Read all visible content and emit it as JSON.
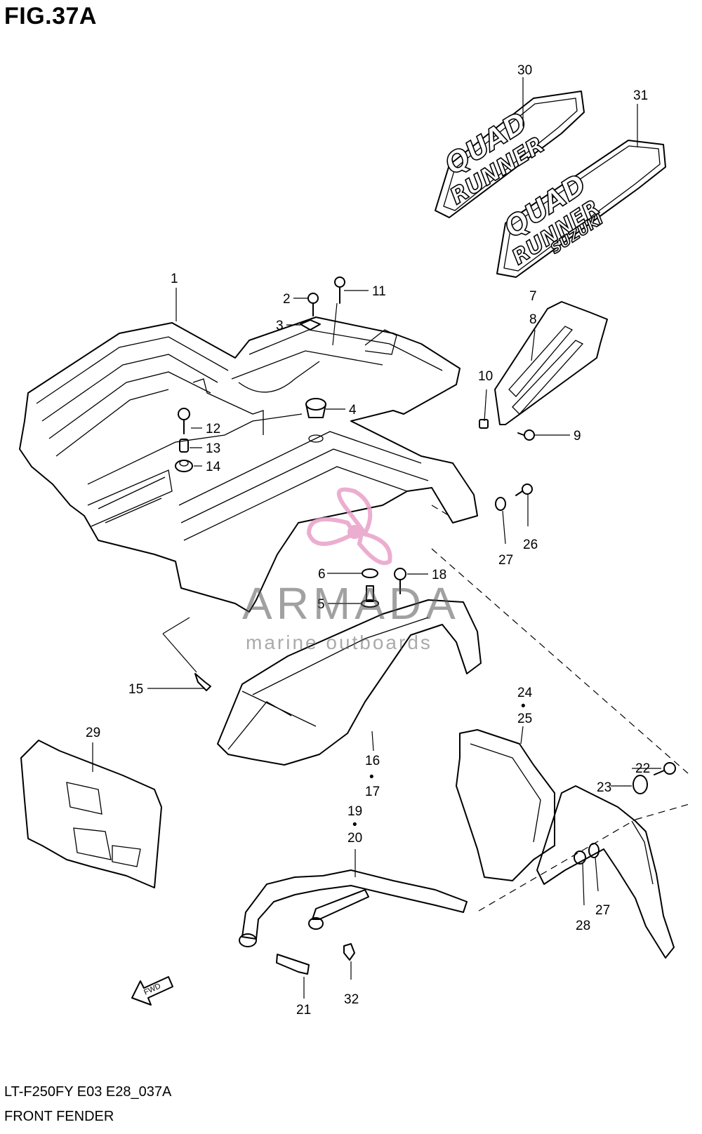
{
  "figure_title": "FIG.37A",
  "footer": {
    "model_code": "LT-F250FY E03 E28_037A",
    "section_name": "FRONT FENDER"
  },
  "watermark": {
    "brand": "ARMADA",
    "tagline": "marine outboards",
    "logo_color": "#e8a0c8"
  },
  "decals": {
    "decal_30_line1": "QUAD",
    "decal_30_line2": "RUNNER",
    "decal_31_line1": "QUAD",
    "decal_31_line2": "RUNNER",
    "decal_31_brand": "SUZUKI"
  },
  "callouts": [
    "1",
    "2",
    "3",
    "4",
    "5",
    "6",
    "7",
    "8",
    "9",
    "10",
    "11",
    "12",
    "13",
    "14",
    "15",
    "16",
    "17",
    "18",
    "19",
    "20",
    "21",
    "22",
    "23",
    "24",
    "25",
    "26",
    "27",
    "27",
    "28",
    "29",
    "30",
    "31",
    "32"
  ],
  "navigation": {
    "fwd_label": "FWD"
  }
}
